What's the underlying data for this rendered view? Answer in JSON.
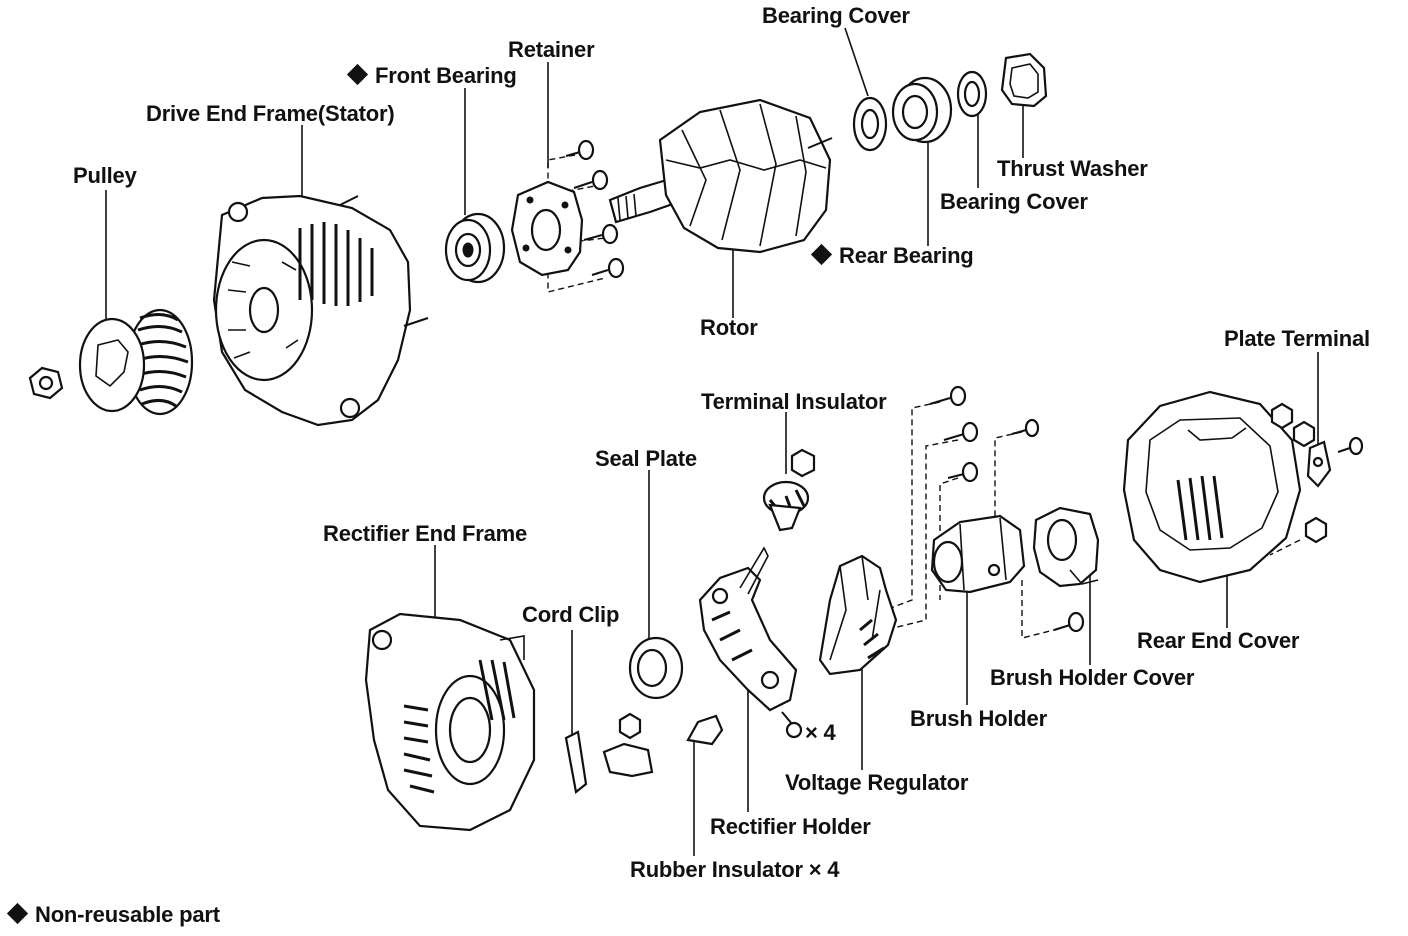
{
  "labels": {
    "bearing_cover_top": "Bearing Cover",
    "retainer": "Retainer",
    "front_bearing": "Front Bearing",
    "drive_end_frame": "Drive End Frame(Stator)",
    "pulley": "Pulley",
    "thrust_washer": "Thrust Washer",
    "bearing_cover_right": "Bearing Cover",
    "rear_bearing": "Rear Bearing",
    "rotor": "Rotor",
    "plate_terminal": "Plate Terminal",
    "terminal_insulator": "Terminal Insulator",
    "seal_plate": "Seal Plate",
    "rectifier_end_frame": "Rectifier End Frame",
    "cord_clip": "Cord Clip",
    "rear_end_cover": "Rear End Cover",
    "brush_holder_cover": "Brush Holder Cover",
    "brush_holder": "Brush Holder",
    "voltage_regulator": "Voltage Regulator",
    "rectifier_holder": "Rectifier Holder",
    "rubber_insulator": "Rubber Insulator × 4",
    "bolt_qty": "× 4"
  },
  "legend": {
    "non_reusable": "Non-reusable part"
  },
  "colors": {
    "ink": "#111111",
    "paper": "#ffffff"
  }
}
